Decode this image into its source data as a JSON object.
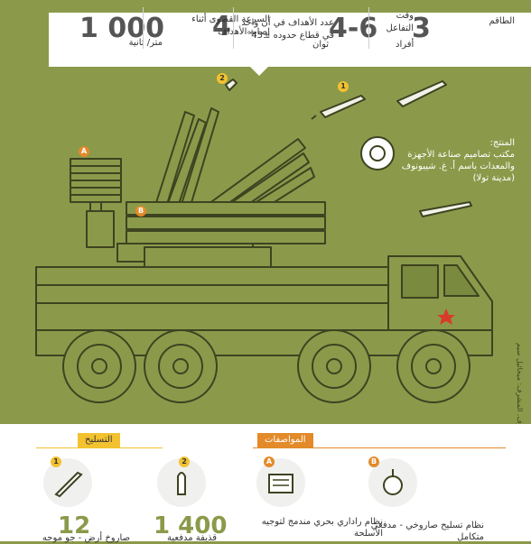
{
  "stats": {
    "speed_value": "1 000",
    "speed_unit": "متر/ ثانية",
    "range_value": "4",
    "range_label_1": "السرعة القصوى أثناء",
    "range_label_2": "إصابة الأهداف",
    "targets_label_1": "عدد الأهداف في آن واحد",
    "targets_label_2": "في قطاع حدوده ±45°",
    "reaction_value": "4-6",
    "reaction_unit": "ثوان",
    "reaction_label_1": "وقت",
    "reaction_label_2": "التفاعل",
    "crew_value": "3",
    "crew_label": "الطاقم",
    "crew_unit": "أفراد"
  },
  "producer": {
    "label": "المنتج:",
    "line1": "مكتب تصاميم صناعة الأجهزة",
    "line2": "والمعدات باسم أ. غ. شيبونوف",
    "line3": "(مدينة تولا)"
  },
  "markers": {
    "a": "A",
    "b": "B",
    "one": "1",
    "two": "2"
  },
  "credits": "المحرر: ناتاليا بيلية المصمم: ديمتري غودونوف. المشرف: ميخائيل سيم",
  "armament": {
    "title": "التسليح",
    "missile_badge": "1",
    "missile_count": "12",
    "missile_caption": "صاروخ أرض - جو موجه",
    "cannon_badge": "2",
    "cannon_count": "1 400",
    "cannon_caption": "قذيفة مدفعية"
  },
  "specs": {
    "title": "المواصفات",
    "radar_badge": "A",
    "radar_caption_1": "نظام راداري بحري مندمج لتوجيه",
    "radar_caption_2": "الأسلحة",
    "gun_badge": "B",
    "gun_caption_1": "نظام تسليح صاروخي - مدفعي",
    "gun_caption_2": "متكامل"
  },
  "colors": {
    "background": "#8a9a4a",
    "accent_orange": "#e38a2a",
    "accent_yellow": "#f2c230",
    "vehicle": "#8a9a4a",
    "outline": "#3e4321"
  }
}
